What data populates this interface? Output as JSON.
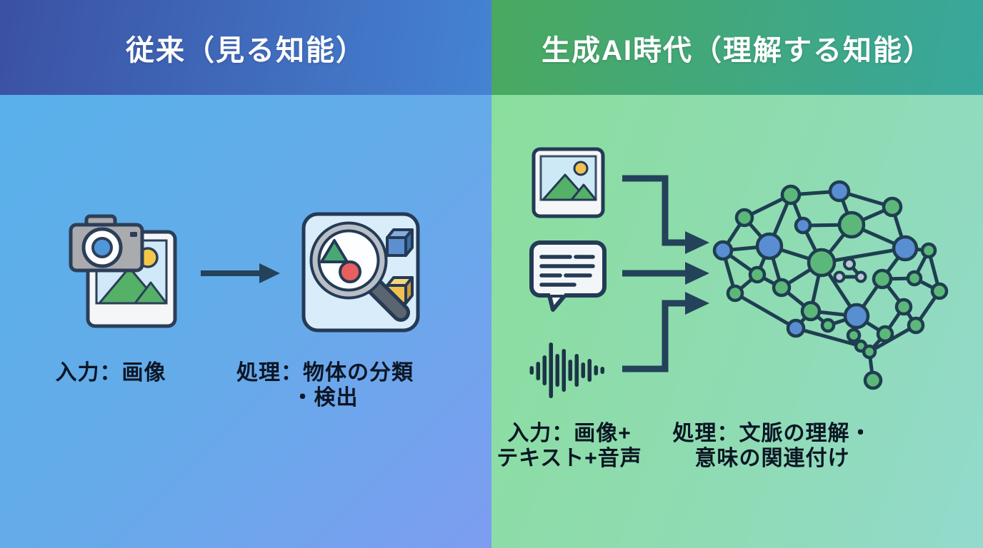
{
  "left_panel": {
    "title": "従来（見る知能）",
    "input_label": "入力：画像",
    "process_line1": "処理：物体の分類",
    "process_line2": "・検出"
  },
  "right_panel": {
    "title": "生成AI時代（理解する知能）",
    "input_line1": "入力：画像+",
    "input_line2": "テキスト+音声",
    "process_line1": "処理：文脈の理解・",
    "process_line2": "意味の関連付け"
  },
  "icons": {
    "left": [
      "camera-photo-icon",
      "magnifier-classification-icon",
      "right-arrow-icon"
    ],
    "right": [
      "image-icon",
      "chat-text-icon",
      "audio-waveform-icon",
      "flow-arrows-icon",
      "brain-network-illustration"
    ]
  },
  "colors": {
    "left_header_start": "#3b51a3",
    "left_header_end": "#4583d3",
    "right_header_start": "#4aa85f",
    "right_header_end": "#38a79d",
    "left_body_start": "#57b2ea",
    "left_body_end": "#7d9df0",
    "right_body_start": "#8ade9b",
    "right_body_end": "#93dacd",
    "outline_dark": "#243a55",
    "arrow": "#24425a",
    "node_green": "#5cb87a",
    "node_blue": "#5a8ed2",
    "sun_yellow": "#f6c64b",
    "mountain_green": "#55b068",
    "lens_triangle_green": "#48a873",
    "lens_circle_red": "#e85f5f",
    "cube_blue": "#5b8fd0",
    "cube_yellow": "#f0c053",
    "title_text": "#ffffff",
    "label_text": "#0c1624"
  }
}
